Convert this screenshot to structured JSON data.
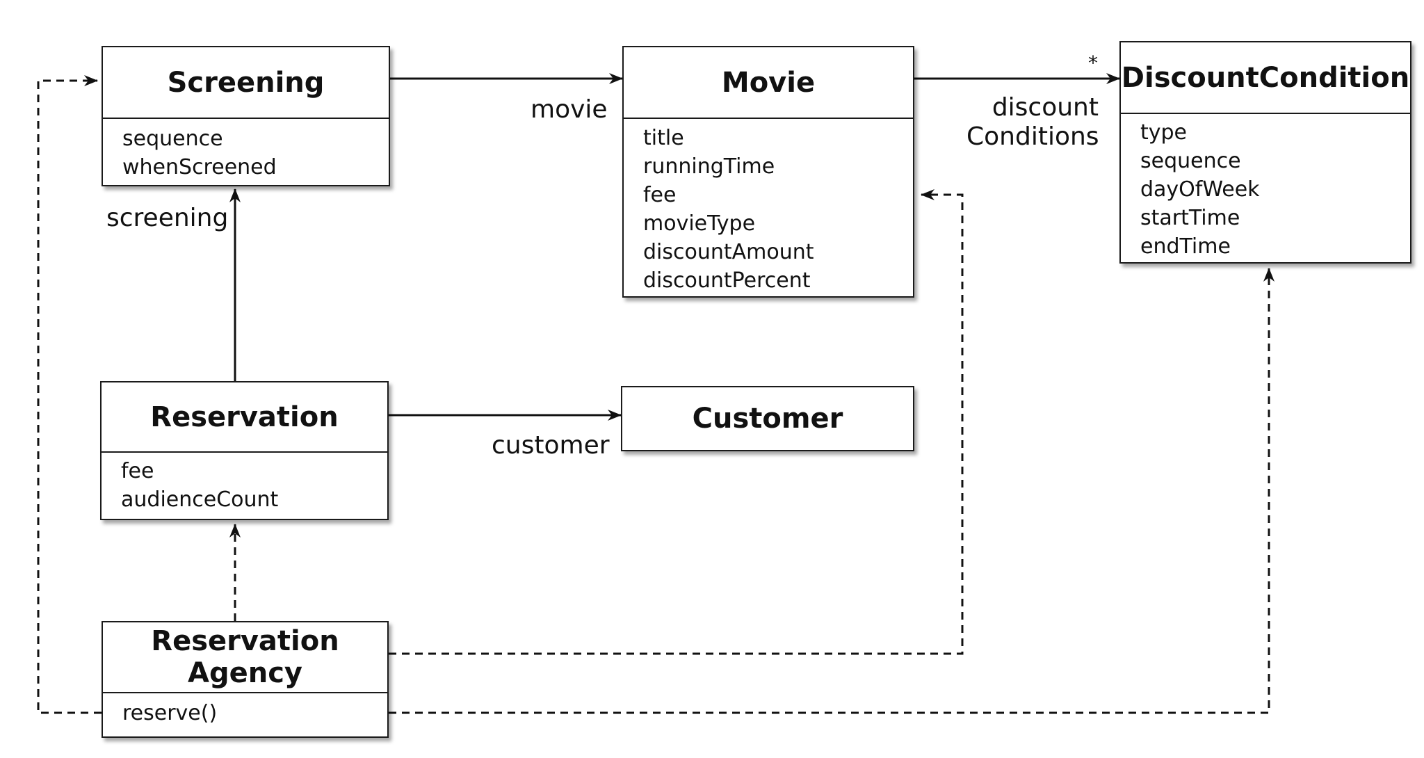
{
  "classes": {
    "screening": {
      "name": "Screening",
      "attributes": [
        "sequence",
        "whenScreened"
      ]
    },
    "movie": {
      "name": "Movie",
      "attributes": [
        "title",
        "runningTime",
        "fee",
        "movieType",
        "discountAmount",
        "discountPercent"
      ]
    },
    "discount_condition": {
      "name": "DiscountCondition",
      "attributes": [
        "type",
        "sequence",
        "dayOfWeek",
        "startTime",
        "endTime"
      ]
    },
    "reservation": {
      "name": "Reservation",
      "attributes": [
        "fee",
        "audienceCount"
      ]
    },
    "customer": {
      "name": "Customer"
    },
    "reservation_agency": {
      "name_line1": "Reservation",
      "name_line2": "Agency",
      "attributes": [
        "reserve()"
      ]
    }
  },
  "roles": {
    "movie": "movie",
    "discount_line1": "discount",
    "discount_line2": "Conditions",
    "multiplicity": "*",
    "screening": "screening",
    "customer": "customer"
  }
}
